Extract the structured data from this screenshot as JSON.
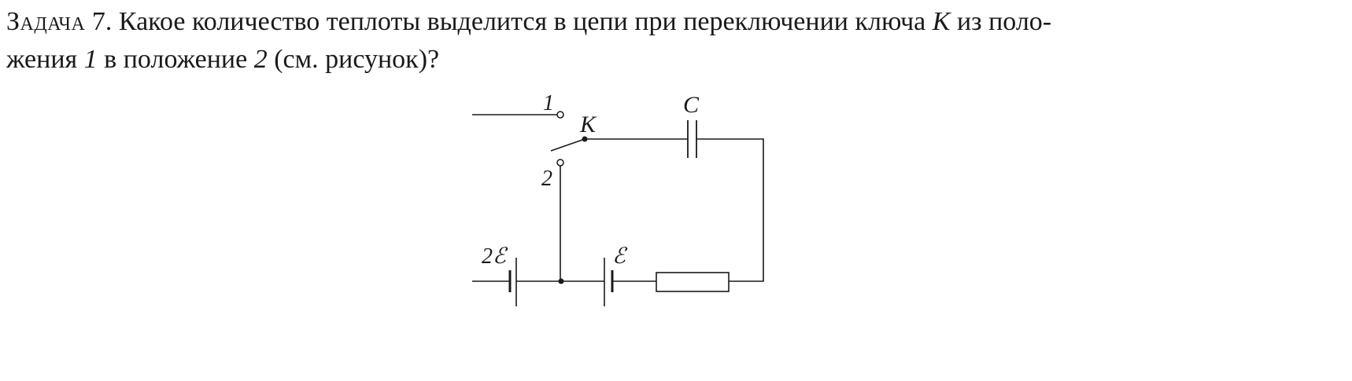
{
  "problem": {
    "label": "Задача",
    "number": "7.",
    "text_part1": " Какое количество теплоты выделится в цепи при переключении ключа ",
    "switch_name": "K",
    "text_part2": " из поло-",
    "text_part3": "жения ",
    "pos1": "1",
    "text_part4": " в положение ",
    "pos2": "2",
    "text_part5": " (см. рисунок)?"
  },
  "circuit": {
    "label_pos1": "1",
    "label_pos2": "2",
    "label_switch": "K",
    "label_capacitor": "C",
    "label_battery_left": "2ℰ",
    "label_battery_right": "ℰ"
  }
}
